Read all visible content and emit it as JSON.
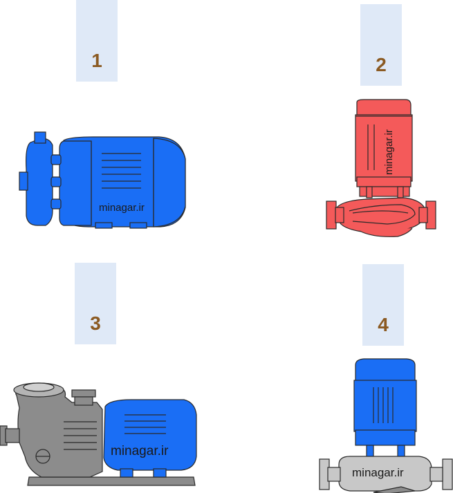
{
  "labels": {
    "n1": "1",
    "n2": "2",
    "n3": "3",
    "n4": "4"
  },
  "watermark": {
    "pump1": "minagar.ir",
    "pump2": "minagar.ir",
    "pump3": "minagar.ir",
    "pump4": "minagar.ir"
  },
  "colors": {
    "label_bg": "#dfe9f7",
    "label_text": "#8b5a22",
    "blue": "#1a6ef5",
    "red": "#f45a5a",
    "gray": "#8c8c8c",
    "light_gray": "#c8c8c8",
    "outline": "#2a2a2a"
  }
}
